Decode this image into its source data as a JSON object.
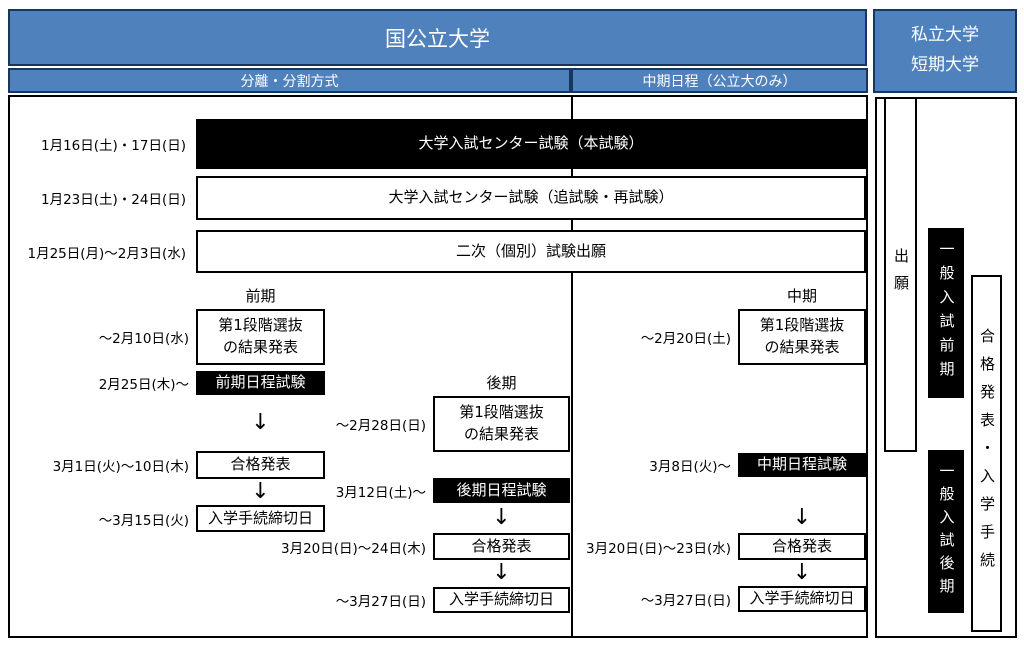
{
  "colors": {
    "header_blue": "#4f81bd",
    "header_border": "#17375e",
    "event_black": "#000000"
  },
  "glyphs": {
    "down_arrow": "↓"
  },
  "headers": {
    "national_public": "国公立大学",
    "left_method": "分離・分割方式",
    "mid_method": "中期日程（公立大のみ）",
    "private_line1": "私立大学",
    "private_line2": "短期大学"
  },
  "center_rows": [
    {
      "date": "1月16日(土)・17日(日)",
      "label": "大学入試センター試験（本試験）",
      "variant": "black"
    },
    {
      "date": "1月23日(土)・24日(日)",
      "label": "大学入試センター試験（追試験・再試験）",
      "variant": "white"
    },
    {
      "date": "1月25日(月)〜2月3日(水)",
      "label": "二次（個別）試験出願",
      "variant": "white"
    }
  ],
  "flows": {
    "zenki": {
      "title": "前期",
      "selection": {
        "date": "〜2月10日(水)",
        "line1": "第1段階選抜",
        "line2": "の結果発表"
      },
      "exam": {
        "date": "2月25日(木)〜",
        "label": "前期日程試験"
      },
      "announce": {
        "date": "3月1日(火)〜10日(木)",
        "label": "合格発表"
      },
      "deadline": {
        "date": "〜3月15日(火)",
        "label": "入学手続締切日"
      }
    },
    "kouki": {
      "title": "後期",
      "selection": {
        "date": "〜2月28日(日)",
        "line1": "第1段階選抜",
        "line2": "の結果発表"
      },
      "exam": {
        "date": "3月12日(土)〜",
        "label": "後期日程試験"
      },
      "announce": {
        "date": "3月20日(日)〜24日(木)",
        "label": "合格発表"
      },
      "deadline": {
        "date": "〜3月27日(日)",
        "label": "入学手続締切日"
      }
    },
    "chuki": {
      "title": "中期",
      "selection": {
        "date": "〜2月20日(土)",
        "line1": "第1段階選抜",
        "line2": "の結果発表"
      },
      "exam": {
        "date": "3月8日(火)〜",
        "label": "中期日程試験"
      },
      "announce": {
        "date": "3月20日(日)〜23日(水)",
        "label": "合格発表"
      },
      "deadline": {
        "date": "〜3月27日(日)",
        "label": "入学手続締切日"
      }
    }
  },
  "private_column": {
    "application": "出願",
    "general_early": "一般入試前期",
    "general_late": "一般入試後期",
    "announce_procedure": "合格発表・入学手続"
  }
}
